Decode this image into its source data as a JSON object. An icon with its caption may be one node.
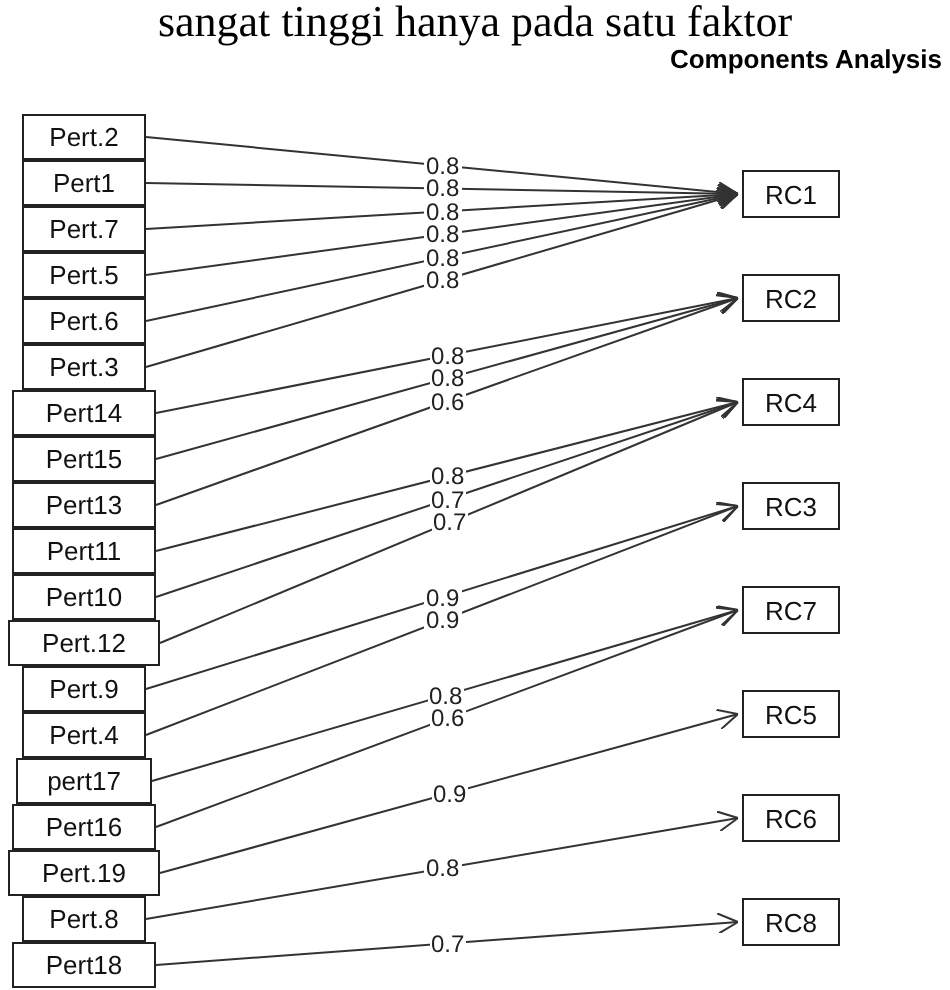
{
  "diagram": {
    "title": "Components Analysis",
    "nodes": [
      {
        "text": [
          "Pert.2"
        ]
      },
      {
        "text": [
          "Pert1"
        ]
      },
      {
        "text": [
          "Pert.7"
        ]
      },
      {
        "text": [
          "Pert.5"
        ]
      },
      {
        "text": [
          "Pert.6"
        ]
      },
      {
        "text": [
          "Pert.3"
        ]
      },
      {
        "text": [
          "Pert14"
        ]
      },
      {
        "text": [
          "Pert15"
        ]
      },
      {
        "text": [
          "Pert13"
        ]
      },
      {
        "text": [
          "Pert11"
        ]
      },
      {
        "text": [
          "Pert10"
        ]
      },
      {
        "text": [
          "Pert.12"
        ]
      },
      {
        "text": [
          "Pert.9"
        ]
      },
      {
        "text": [
          "Pert.4"
        ]
      },
      {
        "text": [
          "pert17"
        ]
      },
      {
        "text": [
          "Pert16"
        ]
      },
      {
        "text": [
          "Pert.19"
        ]
      },
      {
        "text": [
          "Pert.8"
        ]
      },
      {
        "text": [
          "Pert18"
        ]
      },
      {
        "text": [
          "RC1"
        ]
      },
      {
        "text": [
          "RC2"
        ]
      },
      {
        "text": [
          "RC4"
        ]
      },
      {
        "text": [
          "RC3"
        ]
      },
      {
        "text": [
          "RC7"
        ]
      },
      {
        "text": [
          "RC5"
        ]
      },
      {
        "text": [
          "RC6"
        ]
      },
      {
        "text": [
          "RC8"
        ]
      }
    ],
    "edges": [
      {
        "from": 0,
        "to": 19,
        "arrow": "to",
        "label": "0.8"
      },
      {
        "from": 1,
        "to": 19,
        "arrow": "to",
        "label": "0.8"
      },
      {
        "from": 2,
        "to": 19,
        "arrow": "to",
        "label": "0.8"
      },
      {
        "from": 3,
        "to": 19,
        "arrow": "to",
        "label": "0.8"
      },
      {
        "from": 4,
        "to": 19,
        "arrow": "to",
        "label": "0.8"
      },
      {
        "from": 5,
        "to": 19,
        "arrow": "to",
        "label": "0.8"
      },
      {
        "from": 6,
        "to": 20,
        "arrow": "to",
        "label": "0.8"
      },
      {
        "from": 7,
        "to": 20,
        "arrow": "to",
        "label": "0.8"
      },
      {
        "from": 8,
        "to": 20,
        "arrow": "to",
        "label": "0.6"
      },
      {
        "from": 9,
        "to": 21,
        "arrow": "to",
        "label": "0.8"
      },
      {
        "from": 10,
        "to": 21,
        "arrow": "to",
        "label": "0.7"
      },
      {
        "from": 11,
        "to": 21,
        "arrow": "to",
        "label": "0.7"
      },
      {
        "from": 12,
        "to": 22,
        "arrow": "to",
        "label": "0.9"
      },
      {
        "from": 13,
        "to": 22,
        "arrow": "to",
        "label": "0.9"
      },
      {
        "from": 14,
        "to": 23,
        "arrow": "to",
        "label": "0.8"
      },
      {
        "from": 15,
        "to": 23,
        "arrow": "to",
        "label": "0.6"
      },
      {
        "from": 16,
        "to": 24,
        "arrow": "to",
        "label": "0.9"
      },
      {
        "from": 17,
        "to": 25,
        "arrow": "to",
        "label": "0.8"
      },
      {
        "from": 18,
        "to": 26,
        "arrow": "to",
        "label": "0.7"
      }
    ],
    "labels": [
      "sangat tinggi hanya pada satu faktor"
    ]
  }
}
